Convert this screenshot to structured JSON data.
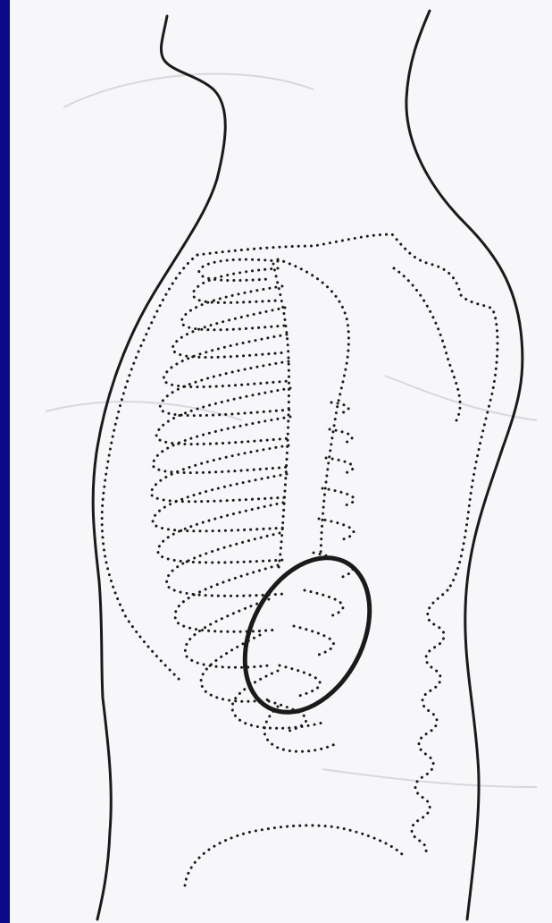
{
  "slide": {
    "background_color": "#0a0a88",
    "paper_color": "#f7f7f9",
    "ink_color": "#1a1a1a"
  },
  "illustration": {
    "elements": [
      "body-outline-left",
      "body-outline-right",
      "rib-cage-dotted",
      "sternum-dotted",
      "spine-dotted",
      "pelvis-dotted",
      "highlight-ellipse"
    ]
  }
}
